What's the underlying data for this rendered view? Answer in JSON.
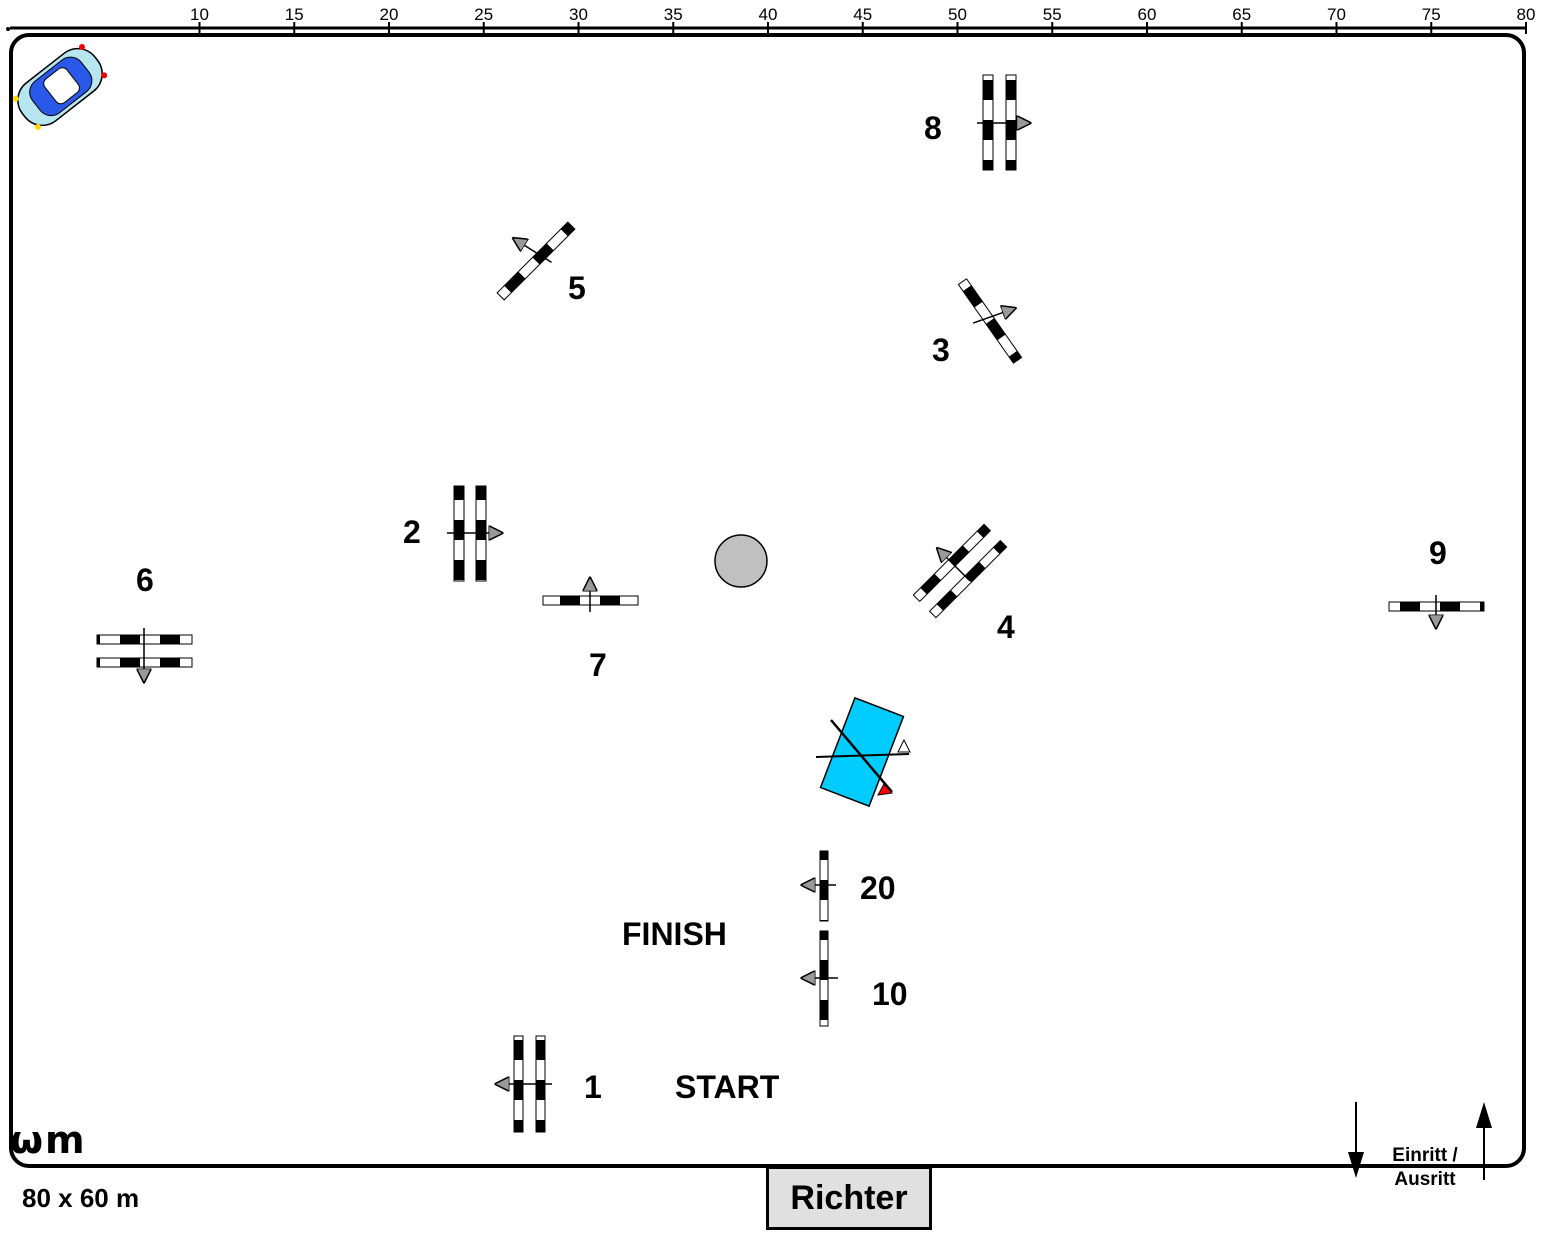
{
  "arena": {
    "dimensions_label": "80 x 60 m",
    "judge_label": "Richter",
    "entry_label_line1": "Einritt /",
    "entry_label_line2": "Ausritt",
    "logo_text": "ωm",
    "ruler_ticks": [
      "10",
      "15",
      "20",
      "25",
      "30",
      "35",
      "40",
      "45",
      "50",
      "55",
      "60",
      "65",
      "70",
      "75",
      "80"
    ]
  },
  "labels": {
    "start": "START",
    "finish": "FINISH",
    "o1": "1",
    "o2": "2",
    "o3": "3",
    "o4": "4",
    "o5": "5",
    "o6": "6",
    "o7": "7",
    "o8": "8",
    "o9": "9",
    "o10": "10",
    "o20": "20"
  },
  "colors": {
    "line": "#000000",
    "pole_light": "#ffffff",
    "bank": "#00ccff",
    "marker": "#c0c0c0",
    "flag_red": "#ff0000"
  },
  "icons": {
    "car": "car-icon",
    "marker": "cone-marker-icon"
  }
}
